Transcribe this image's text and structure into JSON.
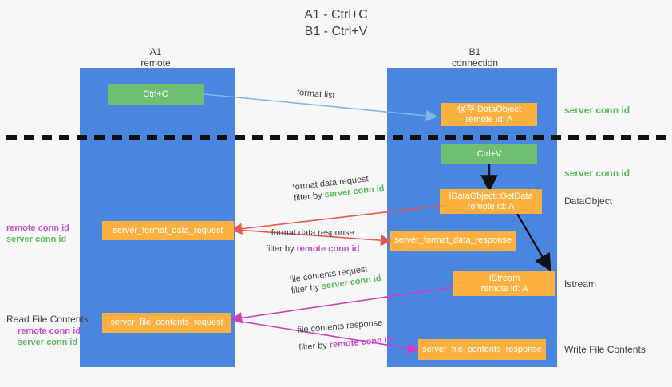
{
  "title": {
    "line1": "A1 - Ctrl+C",
    "line2": "B1 - Ctrl+V"
  },
  "lanes": [
    {
      "name": "A1",
      "sub": "remote"
    },
    {
      "name": "B1",
      "sub": "connection"
    }
  ],
  "nodes": {
    "ctrl_c": "Ctrl+C",
    "ctrl_v": "Ctrl+V",
    "save_idataobject_line1": "保存IDataObject",
    "save_idataobject_line2": "remote id: A",
    "getdata_line1": "IDataObject::GetData",
    "getdata_line2": "remote id: A",
    "istream_line1": "IStream",
    "istream_line2": "remote id: A",
    "server_format_data_request": "server_format_data_request",
    "server_format_data_response": "server_format_data_response",
    "server_file_contents_request": "server_file_contents_request",
    "server_file_contents_response": "server_file_contents_response"
  },
  "right_labels": {
    "server_conn_id_top": "server conn id",
    "server_conn_id_mid": "server conn id",
    "dataobject": "DataObject",
    "istream": "Istream",
    "write_file_contents": "Write File Contents"
  },
  "left_labels": {
    "remote_conn_id_1": "remote conn id",
    "server_conn_id_1": "server conn id",
    "read_file_contents": "Read File Contents",
    "remote_conn_id_2": "remote conn id",
    "server_conn_id_2": "server conn id"
  },
  "annotations": {
    "format_list": "format list",
    "format_data_request": "format data request",
    "format_data_request_filter_prefix": "filter by ",
    "format_data_request_filter_key": "server conn id",
    "format_data_response": "format data response",
    "format_data_response_filter_prefix": "filter by ",
    "format_data_response_filter_key": "remote conn id",
    "file_contents_request": "file contents request",
    "file_contents_request_filter_prefix": "filter by ",
    "file_contents_request_filter_key": "server conn id",
    "file_contents_response": "file contents response",
    "file_contents_response_filter_prefix": "filter by ",
    "file_contents_response_filter_key": "remote conn id"
  },
  "colors": {
    "lane": "#4a86e0",
    "green_node": "#6fbf73",
    "orange_node": "#fbb040",
    "green_text": "#5cb860",
    "purple_text": "#c44fd0",
    "red_arrow": "#e8574a",
    "magenta_arrow": "#cc3fc0",
    "blue_arrow": "#7fb8e8",
    "black_arrow": "#111111",
    "divider": "#111111"
  }
}
